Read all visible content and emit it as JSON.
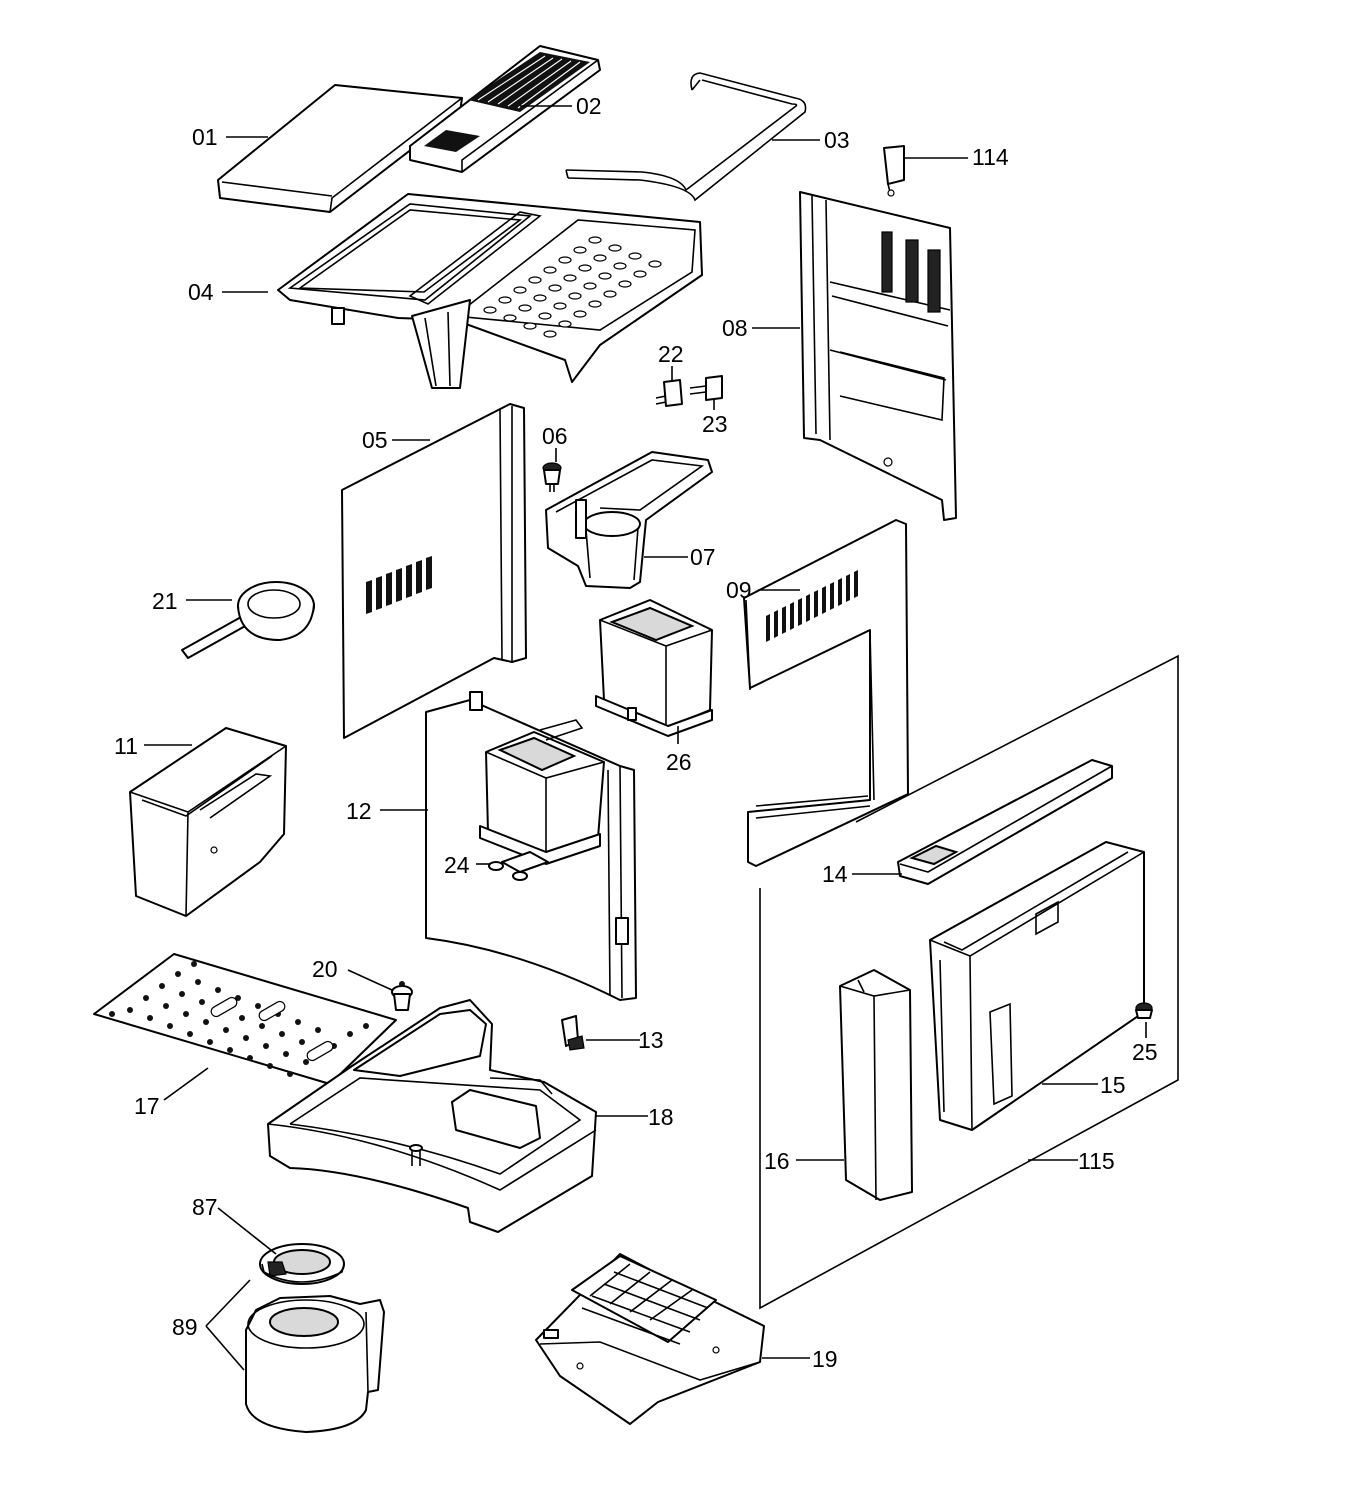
{
  "parts": [
    {
      "key": "01",
      "label": "01"
    },
    {
      "key": "02",
      "label": "02"
    },
    {
      "key": "03",
      "label": "03"
    },
    {
      "key": "114",
      "label": "114"
    },
    {
      "key": "04",
      "label": "04"
    },
    {
      "key": "08",
      "label": "08"
    },
    {
      "key": "22",
      "label": "22"
    },
    {
      "key": "23",
      "label": "23"
    },
    {
      "key": "05",
      "label": "05"
    },
    {
      "key": "06",
      "label": "06"
    },
    {
      "key": "07",
      "label": "07"
    },
    {
      "key": "09",
      "label": "09"
    },
    {
      "key": "21",
      "label": "21"
    },
    {
      "key": "26",
      "label": "26"
    },
    {
      "key": "11",
      "label": "11"
    },
    {
      "key": "12",
      "label": "12"
    },
    {
      "key": "24",
      "label": "24"
    },
    {
      "key": "14",
      "label": "14"
    },
    {
      "key": "20",
      "label": "20"
    },
    {
      "key": "13",
      "label": "13"
    },
    {
      "key": "25",
      "label": "25"
    },
    {
      "key": "17",
      "label": "17"
    },
    {
      "key": "18",
      "label": "18"
    },
    {
      "key": "15",
      "label": "15"
    },
    {
      "key": "16",
      "label": "16"
    },
    {
      "key": "115",
      "label": "115"
    },
    {
      "key": "87",
      "label": "87"
    },
    {
      "key": "89",
      "label": "89"
    },
    {
      "key": "19",
      "label": "19"
    }
  ]
}
